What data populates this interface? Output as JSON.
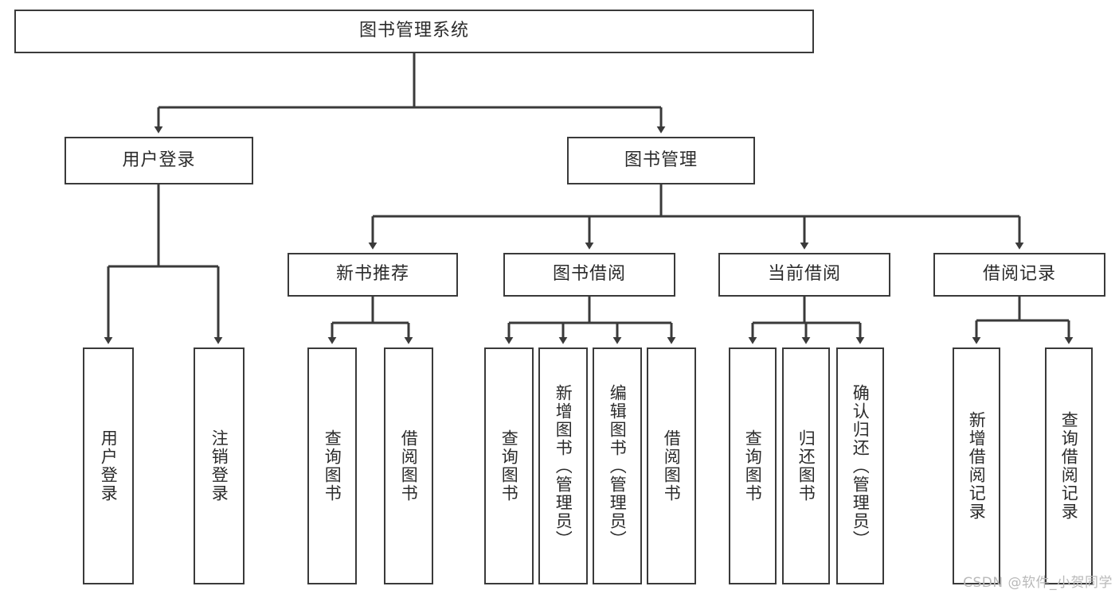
{
  "diagram": {
    "title": "图书管理系统",
    "watermark": "CSDN @软件_小贺同学",
    "colors": {
      "box_border": "#3a3a3a",
      "box_fill": "#ffffff",
      "edge": "#3a3a3a",
      "text": "#2b2b2b",
      "watermark": "#b9b9b9"
    }
  },
  "nodes": {
    "root": {
      "label": "图书管理系统"
    },
    "level1": [
      {
        "label": "用户登录"
      },
      {
        "label": "图书管理"
      }
    ],
    "level2": [
      {
        "label": "新书推荐"
      },
      {
        "label": "图书借阅"
      },
      {
        "label": "当前借阅"
      },
      {
        "label": "借阅记录"
      }
    ],
    "leaves": {
      "user_login": [
        {
          "label": "用户登录"
        },
        {
          "label": "注销登录"
        }
      ],
      "new_book": [
        {
          "label": "查询图书"
        },
        {
          "label": "借阅图书"
        }
      ],
      "book_borrow": [
        {
          "label": "查询图书"
        },
        {
          "label": "新增图书（管理员）"
        },
        {
          "label": "编辑图书（管理员）"
        },
        {
          "label": "借阅图书"
        }
      ],
      "current_borrow": [
        {
          "label": "查询图书"
        },
        {
          "label": "归还图书"
        },
        {
          "label": "确认归还（管理员）"
        }
      ],
      "borrow_record": [
        {
          "label": "新增借阅记录"
        },
        {
          "label": "查询借阅记录"
        }
      ]
    }
  }
}
